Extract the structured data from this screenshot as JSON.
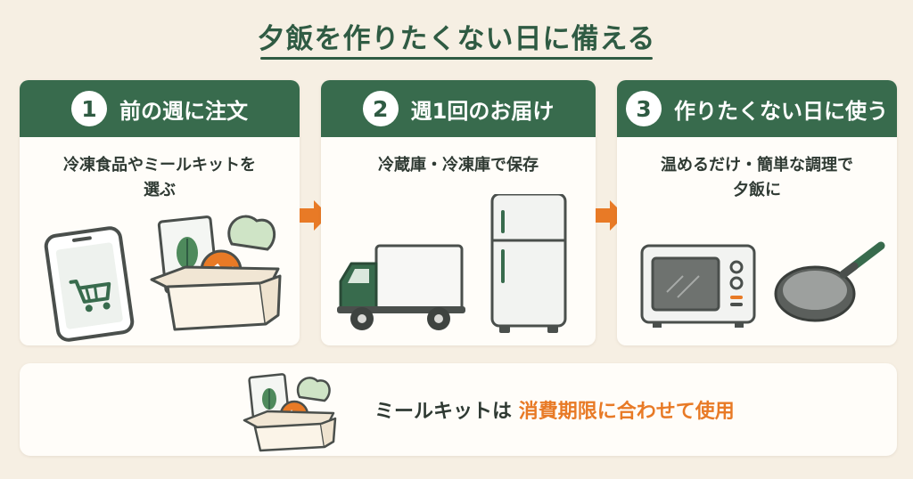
{
  "title": "夕飯を作りたくない日に備える",
  "colors": {
    "header_green": "#386b4d",
    "title_green": "#2f5b43",
    "accent_orange": "#e87a26",
    "background": "#f6efe3"
  },
  "steps": [
    {
      "number": "1",
      "label": "前の週に注文",
      "description_lines": [
        "冷凍食品やミールキットを",
        "選ぶ"
      ],
      "icons": [
        "smartphone-cart-icon",
        "meal-kit-box-icon"
      ]
    },
    {
      "number": "2",
      "label": "週1回のお届け",
      "description_lines": [
        "冷蔵庫・冷凍庫で保存"
      ],
      "icons": [
        "delivery-truck-icon",
        "refrigerator-icon"
      ]
    },
    {
      "number": "3",
      "label": "作りたくない日に使う",
      "description_lines": [
        "温めるだけ・簡単な調理で",
        "夕飯に"
      ],
      "icons": [
        "microwave-icon",
        "frying-pan-icon"
      ]
    }
  ],
  "note": {
    "text_before": "ミールキットは",
    "text_highlight": "消費期限に合わせて使用",
    "icon": "meal-kit-box-icon"
  }
}
